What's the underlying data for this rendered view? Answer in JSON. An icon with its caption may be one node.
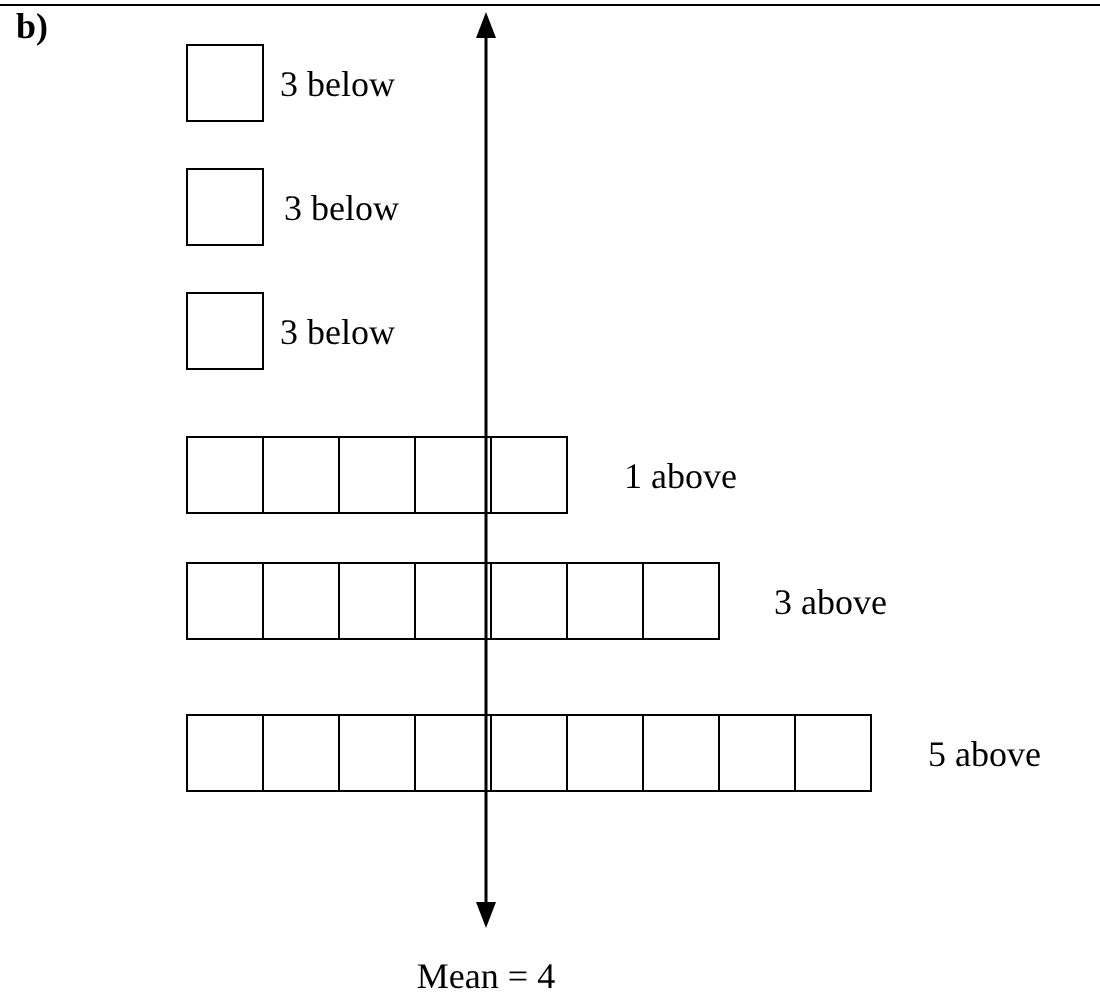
{
  "diagram": {
    "labels": [
      "b)",
      "3 below",
      "3 below",
      "3 below",
      "1 above",
      "3 above",
      "5 above",
      "Mean = 4"
    ]
  }
}
